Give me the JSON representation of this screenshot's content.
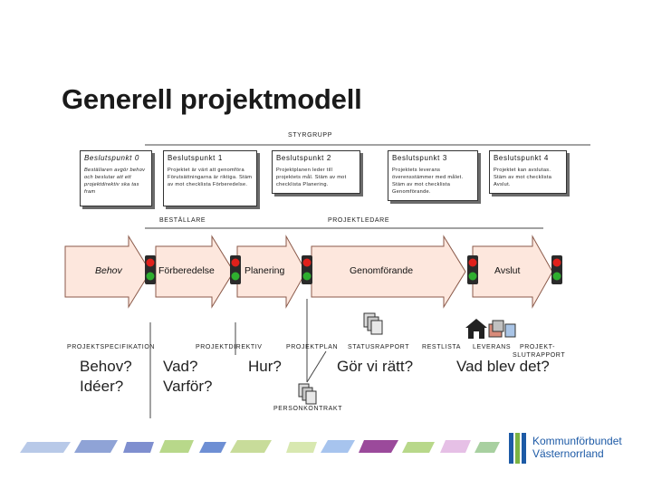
{
  "slide": {
    "title": "Generell projektmodell",
    "styrgrupp": "STYRGRUPP",
    "bestallare": "BESTÄLLARE",
    "projektledare": "PROJEKTLEDARE",
    "org_logo_line1": "Kommunförbundet",
    "org_logo_line2": "Västernorrland"
  },
  "beslutspunkter": [
    {
      "heading": "Beslutspunkt 0",
      "text": "Beställaren avgör behov och beslutar att ett projektdirektiv ska tas fram"
    },
    {
      "heading": "Beslutspunkt 1",
      "text": "Projektet är värt att genomföra Förutsättningarna är riktiga. Stäm av mot checklista Förberedelse."
    },
    {
      "heading": "Beslutspunkt 2",
      "text": "Projektplanen leder till projektets mål. Stäm av mot checklista Planering."
    },
    {
      "heading": "Beslutspunkt 3",
      "text": "Projektets leverans överensstämmer med målet. Stäm av mot checklista Genomförande."
    },
    {
      "heading": "Beslutspunkt 4",
      "text": "Projektet kan avslutas. Stäm av mot checklista Avslut."
    }
  ],
  "phases": [
    "Behov",
    "Förberedelse",
    "Planering",
    "Genomförande",
    "Avslut"
  ],
  "documents": {
    "projektspecifikation": "PROJEKTSPECIFIKATION",
    "projektdirektiv": "PROJEKTDIREKTIV",
    "projektplan": "PROJEKTPLAN",
    "statusrapport": "STATUSRAPPORT",
    "restlista": "RESTLISTA",
    "leverans": "LEVERANS",
    "projektslutrapport_1": "PROJEKT-",
    "projektslutrapport_2": "SLUTRAPPORT",
    "personkontrakt": "PERSONKONTRAKT"
  },
  "questions": {
    "q1": "Behov?",
    "q2": "Idéer?",
    "q3": "Vad?",
    "q4": "Varför?",
    "q5": "Hur?",
    "q6": "Gör vi rätt?",
    "q7": "Vad blev det?"
  },
  "colors": {
    "arrow_fill": "#fde7dd",
    "arrow_stroke": "#8b5a4a",
    "light_red": "#e0201b",
    "light_green": "#2fae2f",
    "light_body": "#2a2a2a",
    "logo_blue": "#1d5aa6"
  }
}
